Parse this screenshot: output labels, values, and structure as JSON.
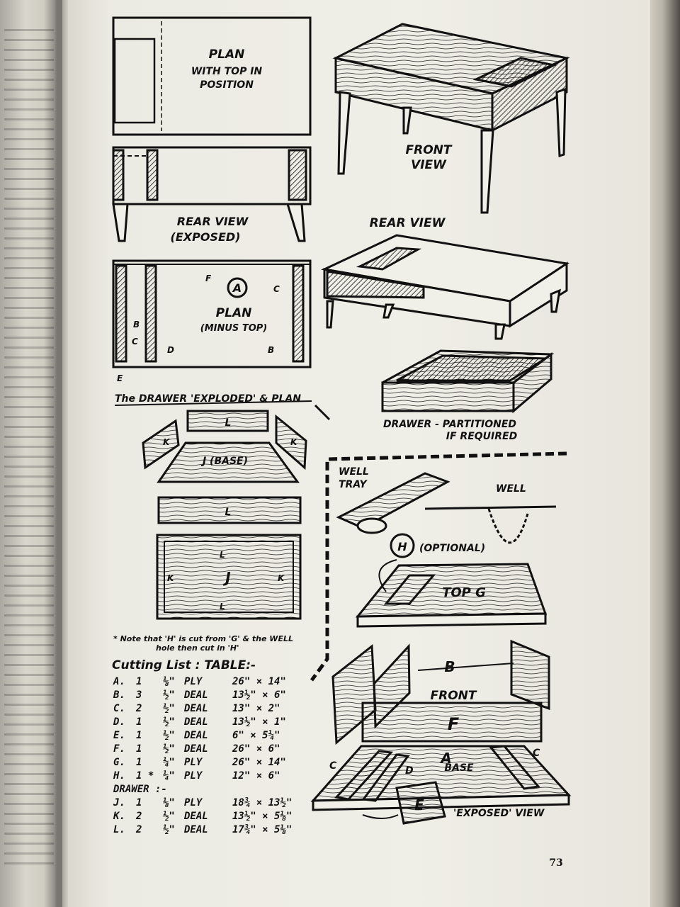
{
  "page_number": "73",
  "labels": {
    "plan_top": [
      "PLAN",
      "WITH TOP IN",
      "POSITION"
    ],
    "front_view": [
      "FRONT",
      "VIEW"
    ],
    "rear_view_exposed": [
      "REAR VIEW",
      "(EXPOSED)"
    ],
    "rear_view": "REAR VIEW",
    "plan_minus_top": [
      "PLAN",
      "(MINUS TOP)"
    ],
    "drawer_exploded": "The DRAWER 'EXPLODED' & PLAN",
    "drawer_partitioned": [
      "DRAWER - PARTITIONED",
      "IF REQUIRED"
    ],
    "well_tray": [
      "WELL",
      "TRAY"
    ],
    "well": "WELL",
    "optional": "(OPTIONAL)",
    "top_g": "TOP G",
    "front": "FRONT",
    "base": "BASE",
    "exposed_view": "'EXPOSED' VIEW",
    "note": "* Note that 'H' is cut from 'G' & the WELL",
    "note2": "hole then cut in 'H'",
    "j_base": "J (BASE)"
  },
  "part_letters": {
    "A": "A",
    "B": "B",
    "C": "C",
    "D": "D",
    "E": "E",
    "F": "F",
    "G": "G",
    "H": "H",
    "J": "J",
    "K": "K",
    "L": "L"
  },
  "cutting_list": {
    "heading": "Cutting List :  TABLE:-",
    "table_rows": [
      {
        "part": "A.",
        "qty": "1",
        "thk": "⅛\"",
        "mat": "PLY",
        "size": "26\" × 14\""
      },
      {
        "part": "B.",
        "qty": "3",
        "thk": "½\"",
        "mat": "DEAL",
        "size": "13½\" × 6\""
      },
      {
        "part": "C.",
        "qty": "2",
        "thk": "½\"",
        "mat": "DEAL",
        "size": "13\" × 2\""
      },
      {
        "part": "D.",
        "qty": "1",
        "thk": "½\"",
        "mat": "DEAL",
        "size": "13½\" × 1\""
      },
      {
        "part": "E.",
        "qty": "1",
        "thk": "½\"",
        "mat": "DEAL",
        "size": "6\" × 5¼\""
      },
      {
        "part": "F.",
        "qty": "1",
        "thk": "½\"",
        "mat": "DEAL",
        "size": "26\" × 6\""
      },
      {
        "part": "G.",
        "qty": "1",
        "thk": "¼\"",
        "mat": "PLY",
        "size": "26\" × 14\""
      },
      {
        "part": "H.",
        "qty": "1 *",
        "thk": "¼\"",
        "mat": "PLY",
        "size": "12\" × 6\""
      }
    ],
    "drawer_heading": "DRAWER :-",
    "drawer_rows": [
      {
        "part": "J.",
        "qty": "1",
        "thk": "⅛\"",
        "mat": "PLY",
        "size": "18¾ × 13½\""
      },
      {
        "part": "K.",
        "qty": "2",
        "thk": "½\"",
        "mat": "DEAL",
        "size": "13½\" × 5⅛\""
      },
      {
        "part": "L.",
        "qty": "2",
        "thk": "½\"",
        "mat": "DEAL",
        "size": "17¾\" × 5⅛\""
      }
    ]
  }
}
